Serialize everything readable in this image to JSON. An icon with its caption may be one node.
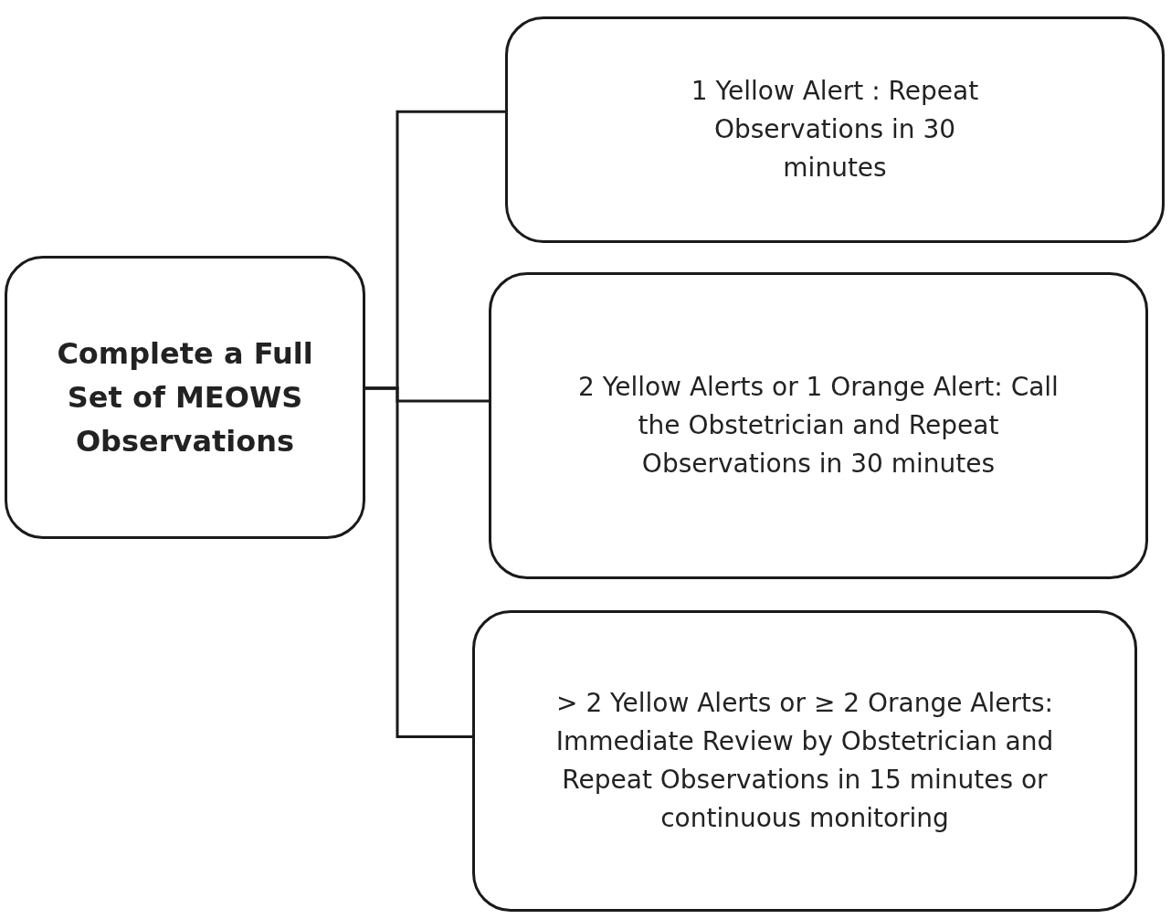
{
  "diagram": {
    "nodes": [
      {
        "text": [
          "Complete a Full Set of MEOWS Observations"
        ]
      },
      {
        "text": [
          "1 Yellow Alert : Repeat Observations in 30 minutes"
        ]
      },
      {
        "text": [
          "2 Yellow Alerts or 1 Orange Alert: Call the Obstetrician and Repeat Observations in 30 minutes"
        ]
      },
      {
        "text": [
          "> 2 Yellow Alerts or ≥ 2 Orange Alerts: Immediate Review by Obstetrician and Repeat Observations in 15 minutes or continuous monitoring"
        ]
      }
    ],
    "edges": [
      {
        "from": 0,
        "to": 1,
        "arrow": "none"
      },
      {
        "from": 0,
        "to": 2,
        "arrow": "none"
      },
      {
        "from": 0,
        "to": 3,
        "arrow": "none"
      }
    ]
  }
}
